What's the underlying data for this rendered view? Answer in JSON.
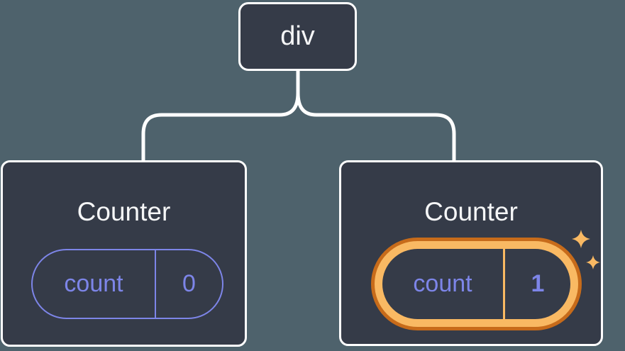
{
  "theme": {
    "background": "#4e626c",
    "node_fill": "#353b48",
    "node_border": "#ffffff",
    "text_primary": "#f5f6f7",
    "state_purple": "#7d85e8",
    "highlight_orange_light": "#f9b963",
    "highlight_orange_dark": "#c76b1a"
  },
  "diagram": {
    "type": "component-tree",
    "root": {
      "label": "div"
    },
    "children": [
      {
        "title": "Counter",
        "state": {
          "key": "count",
          "value": "0"
        },
        "highlighted": false
      },
      {
        "title": "Counter",
        "state": {
          "key": "count",
          "value": "1"
        },
        "highlighted": true,
        "highlight_icon": "sparkles-icon"
      }
    ]
  }
}
